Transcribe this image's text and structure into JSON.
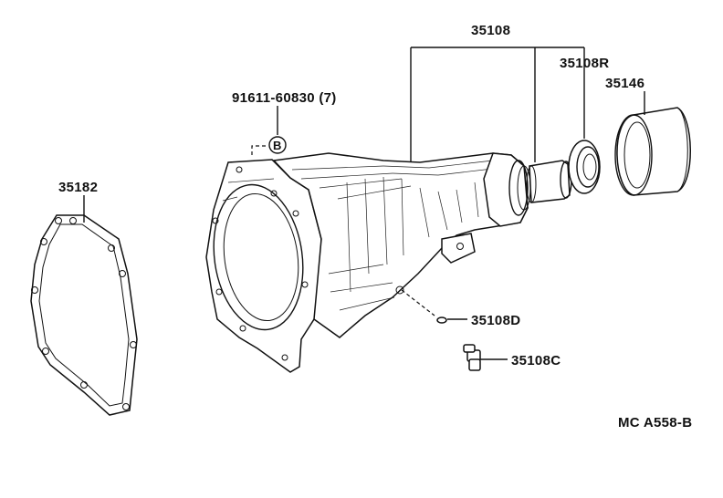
{
  "labels": {
    "p35108": "35108",
    "p35108r": "35108R",
    "p35146": "35146",
    "p91611": "91611-60830 (7)",
    "bolt_marker": "B",
    "p35182": "35182",
    "p35108d": "35108D",
    "p35108c": "35108C",
    "ref": "MC A558-B"
  }
}
